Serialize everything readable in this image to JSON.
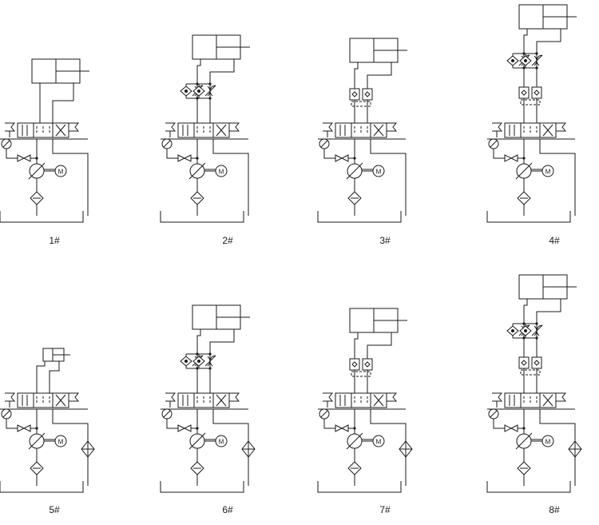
{
  "circuits": [
    {
      "label": "1#",
      "cylinder": "large",
      "control": "none",
      "side_filter": false
    },
    {
      "label": "2#",
      "cylinder": "large",
      "control": "throttle",
      "side_filter": false
    },
    {
      "label": "3#",
      "cylinder": "large",
      "control": "lock",
      "side_filter": false
    },
    {
      "label": "4#",
      "cylinder": "large",
      "control": "throttle+lock",
      "side_filter": false
    },
    {
      "label": "5#",
      "cylinder": "small",
      "control": "none",
      "side_filter": true
    },
    {
      "label": "6#",
      "cylinder": "large",
      "control": "throttle",
      "side_filter": true
    },
    {
      "label": "7#",
      "cylinder": "large",
      "control": "lock",
      "side_filter": true
    },
    {
      "label": "8#",
      "cylinder": "large",
      "control": "throttle+lock",
      "side_filter": true
    }
  ],
  "motor_symbol": "M"
}
